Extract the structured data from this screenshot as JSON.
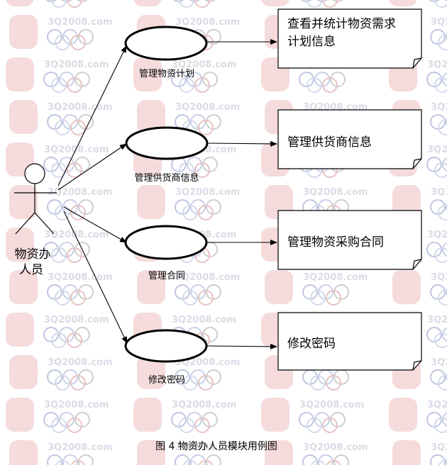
{
  "watermark": {
    "text": "3Q2008.com",
    "text_color": "#d8d8e4",
    "ring_colors": [
      "#b8c0de",
      "#c4cae6",
      "#c9c9c9",
      "#d0d6ea",
      "#e6bcbc"
    ],
    "emblem_color": "#f4d8d8"
  },
  "actor": {
    "label_line1": "物资办",
    "label_line2": "人员"
  },
  "use_cases": [
    {
      "label": "管理物资计划",
      "note_line1": "查看并统计物资需求",
      "note_line2": "计划信息"
    },
    {
      "label": "管理供货商信息",
      "note_line1": "管理供货商信息",
      "note_line2": ""
    },
    {
      "label": "管理合同",
      "note_line1": "管理物资采购合同",
      "note_line2": ""
    },
    {
      "label": "修改密码",
      "note_line1": "修改密码",
      "note_line2": ""
    }
  ],
  "caption": "图 4  物资办人员模块用例图",
  "colors": {
    "line": "#000000",
    "background": "#ffffff"
  }
}
